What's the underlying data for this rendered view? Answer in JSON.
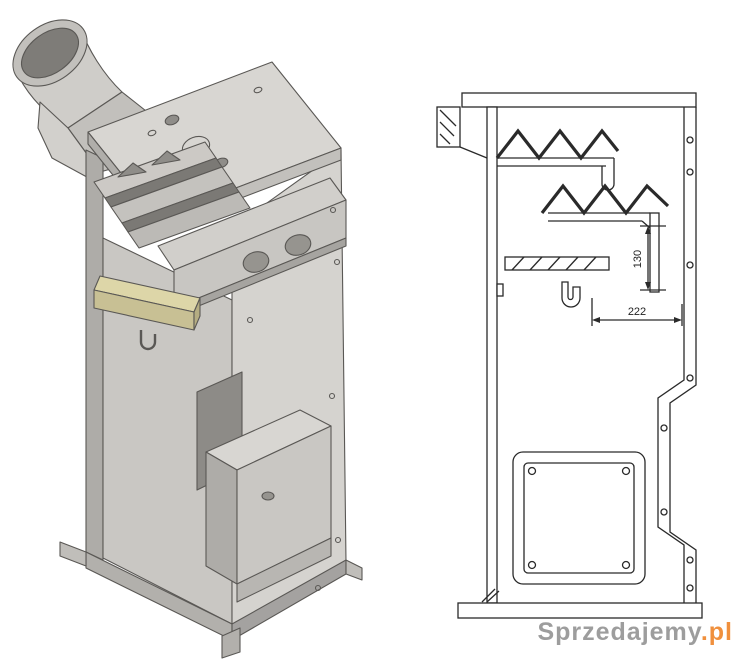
{
  "watermark": {
    "brand": "Sprzedajemy",
    "tld": ".pl",
    "brand_color": "#8c8c8c",
    "tld_color": "#ee7d1c"
  },
  "section_view": {
    "dim_vertical": {
      "value": "130",
      "orientation": "vertical"
    },
    "dim_horizontal": {
      "value": "222",
      "orientation": "horizontal"
    },
    "line_color": "#2a2a2a"
  },
  "iso_view": {
    "colors": {
      "metal_light": "#d8d6d2",
      "metal_mid": "#c8c6c2",
      "metal_dark": "#aeaca8",
      "hole_shadow": "#8f8d89",
      "feeder_bar_top": "#ddd6a8",
      "feeder_bar_front": "#c8c094",
      "edge": "#5a5855"
    }
  }
}
